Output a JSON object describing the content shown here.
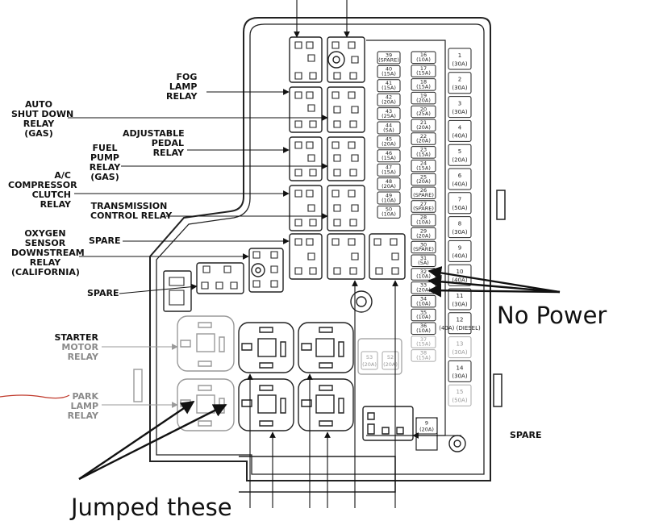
{
  "labels": {
    "fog_lamp_relay": [
      "FOG",
      "LAMP",
      "RELAY"
    ],
    "auto_shut_down_relay": [
      "AUTO",
      "SHUT DOWN",
      "RELAY",
      "(GAS)"
    ],
    "adjustable_pedal_relay": [
      "ADJUSTABLE",
      "PEDAL",
      "RELAY"
    ],
    "fuel_pump_relay": [
      "FUEL",
      "PUMP",
      "RELAY",
      "(GAS)"
    ],
    "ac_compressor_clutch_relay": [
      "A/C",
      "COMPRESSOR",
      "CLUTCH",
      "RELAY"
    ],
    "transmission_control_relay": [
      "TRANSMISSION",
      "CONTROL RELAY"
    ],
    "spare_upper": "SPARE",
    "oxygen_sensor_relay": [
      "OXYGEN",
      "SENSOR",
      "DOWNSTREAM",
      "RELAY",
      "(CALIFORNIA)"
    ],
    "spare_mid": "SPARE",
    "starter_motor_relay": [
      "STARTER",
      "MOTOR",
      "RELAY"
    ],
    "park_lamp_relay": [
      "PARK",
      "LAMP",
      "RELAY"
    ],
    "spare_lower": "SPARE"
  },
  "annotations": {
    "no_power": "No Power",
    "jumped_these": "Jumped these"
  },
  "fuses_col1": [
    [
      "39",
      "(SPARE)"
    ],
    [
      "40",
      "(15A)"
    ],
    [
      "41",
      "(15A)"
    ],
    [
      "42",
      "(20A)"
    ],
    [
      "43",
      "(25A)"
    ],
    [
      "44",
      "(5A)"
    ],
    [
      "45",
      "(20A)"
    ],
    [
      "46",
      "(15A)"
    ],
    [
      "47",
      "(15A)"
    ],
    [
      "48",
      "(20A)"
    ],
    [
      "49",
      "(10A)"
    ],
    [
      "50",
      "(10A)"
    ]
  ],
  "fuses_col2": [
    [
      "16",
      "(10A)"
    ],
    [
      "17",
      "(15A)"
    ],
    [
      "18",
      "(15A)"
    ],
    [
      "19",
      "(20A)"
    ],
    [
      "20",
      "(25A)"
    ],
    [
      "21",
      "(20A)"
    ],
    [
      "22",
      "(20A)"
    ],
    [
      "23",
      "(15A)"
    ],
    [
      "24",
      "(15A)"
    ],
    [
      "25",
      "(20A)"
    ],
    [
      "26",
      "(SPARE)"
    ],
    [
      "27",
      "(SPARE)"
    ],
    [
      "28",
      "(10A)"
    ],
    [
      "29",
      "(20A)"
    ],
    [
      "30",
      "(SPARE)"
    ],
    [
      "31",
      "(5A)"
    ],
    [
      "32",
      "(10A)"
    ],
    [
      "33",
      "(20A)"
    ],
    [
      "34",
      "(10A)"
    ],
    [
      "35",
      "(10A)"
    ],
    [
      "36",
      "(10A)"
    ],
    [
      "37",
      "(15A)"
    ],
    [
      "38",
      "(15A)"
    ]
  ],
  "fuses_col3": [
    [
      "1",
      "(30A)"
    ],
    [
      "2",
      "(30A)"
    ],
    [
      "3",
      "(30A)"
    ],
    [
      "4",
      "(40A)"
    ],
    [
      "5",
      "(20A)"
    ],
    [
      "6",
      "(40A)"
    ],
    [
      "7",
      "(50A)"
    ],
    [
      "8",
      "(30A)"
    ],
    [
      "9",
      "(40A)"
    ],
    [
      "10",
      "(40A)"
    ],
    [
      "11",
      "(30A)"
    ],
    [
      "12",
      "(40A) (DIESEL)"
    ],
    [
      "13",
      "(30A)"
    ],
    [
      "14",
      "(30A)"
    ],
    [
      "15",
      "(50A)"
    ]
  ],
  "fuses_misc": [
    [
      "53",
      "(20A)"
    ],
    [
      "52",
      "(20A)"
    ],
    [
      "9",
      "(20A)"
    ]
  ]
}
